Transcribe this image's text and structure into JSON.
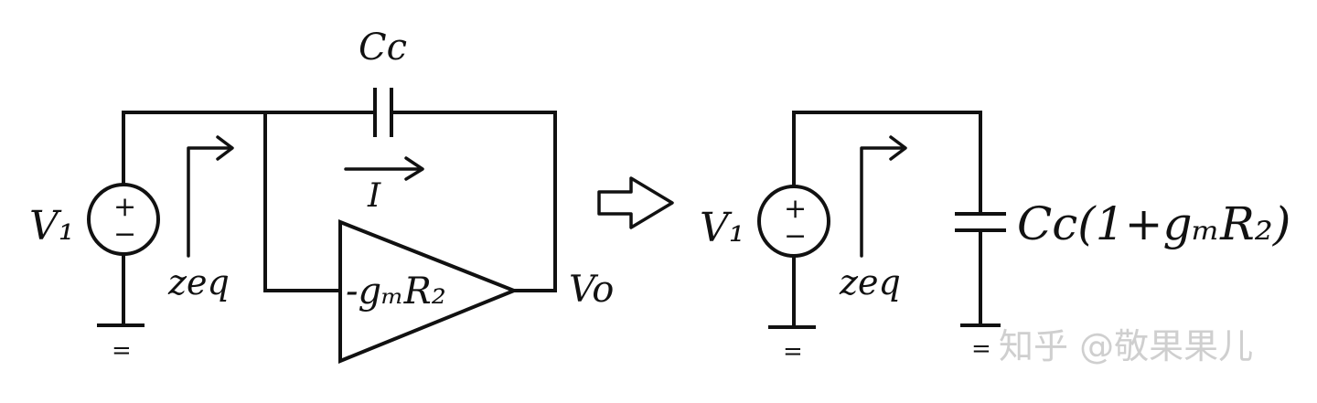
{
  "left_circuit": {
    "source_label": "V₁",
    "source_sign_plus": "+",
    "source_sign_minus": "−",
    "cap_label": "Cc",
    "current_label": "I",
    "impedance_label": "zeq",
    "amplifier_label": "-gₘR₂",
    "output_label": "Vo",
    "ground_symbol": "="
  },
  "right_circuit": {
    "source_label": "V₁",
    "source_sign_plus": "+",
    "source_sign_minus": "−",
    "impedance_label": "zeq",
    "cap_label": "Cc(1+gₘR₂)",
    "ground_symbol": "="
  },
  "watermark": "知乎 @敬果果儿"
}
